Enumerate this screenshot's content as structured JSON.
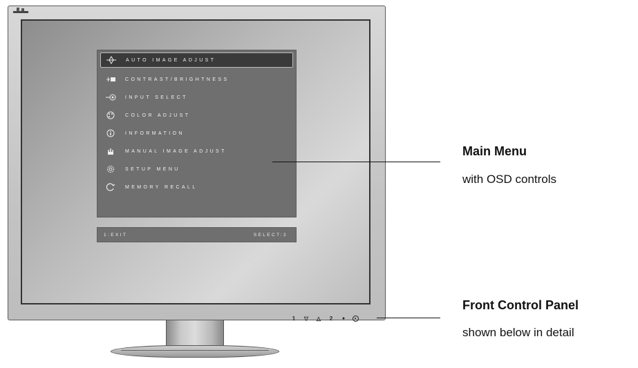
{
  "osd": {
    "items": [
      {
        "label": "AUTO IMAGE ADJUST",
        "icon": "auto-adjust-icon",
        "selected": true
      },
      {
        "label": "CONTRAST/BRIGHTNESS",
        "icon": "contrast-brightness-icon"
      },
      {
        "label": "INPUT SELECT",
        "icon": "input-select-icon"
      },
      {
        "label": "COLOR ADJUST",
        "icon": "color-adjust-icon"
      },
      {
        "label": "INFORMATION",
        "icon": "information-icon"
      },
      {
        "label": "MANUAL IMAGE ADJUST",
        "icon": "manual-adjust-icon"
      },
      {
        "label": "SETUP MENU",
        "icon": "setup-menu-icon"
      },
      {
        "label": "MEMORY RECALL",
        "icon": "memory-recall-icon"
      }
    ],
    "footer": {
      "exit": "1:EXIT",
      "select": "SELECT:2"
    }
  },
  "controls": {
    "b1": "1",
    "b_down": "▽",
    "b_up": "△",
    "b2": "2",
    "b_dot": "●"
  },
  "callouts": {
    "main_title": "Main Menu",
    "main_sub": "with OSD controls",
    "panel_title": "Front Control Panel",
    "panel_sub": "shown below in detail"
  },
  "colors": {
    "osd_bg": "#6f6f6f",
    "selected_bg": "#3a3a3a",
    "text": "#111111"
  }
}
